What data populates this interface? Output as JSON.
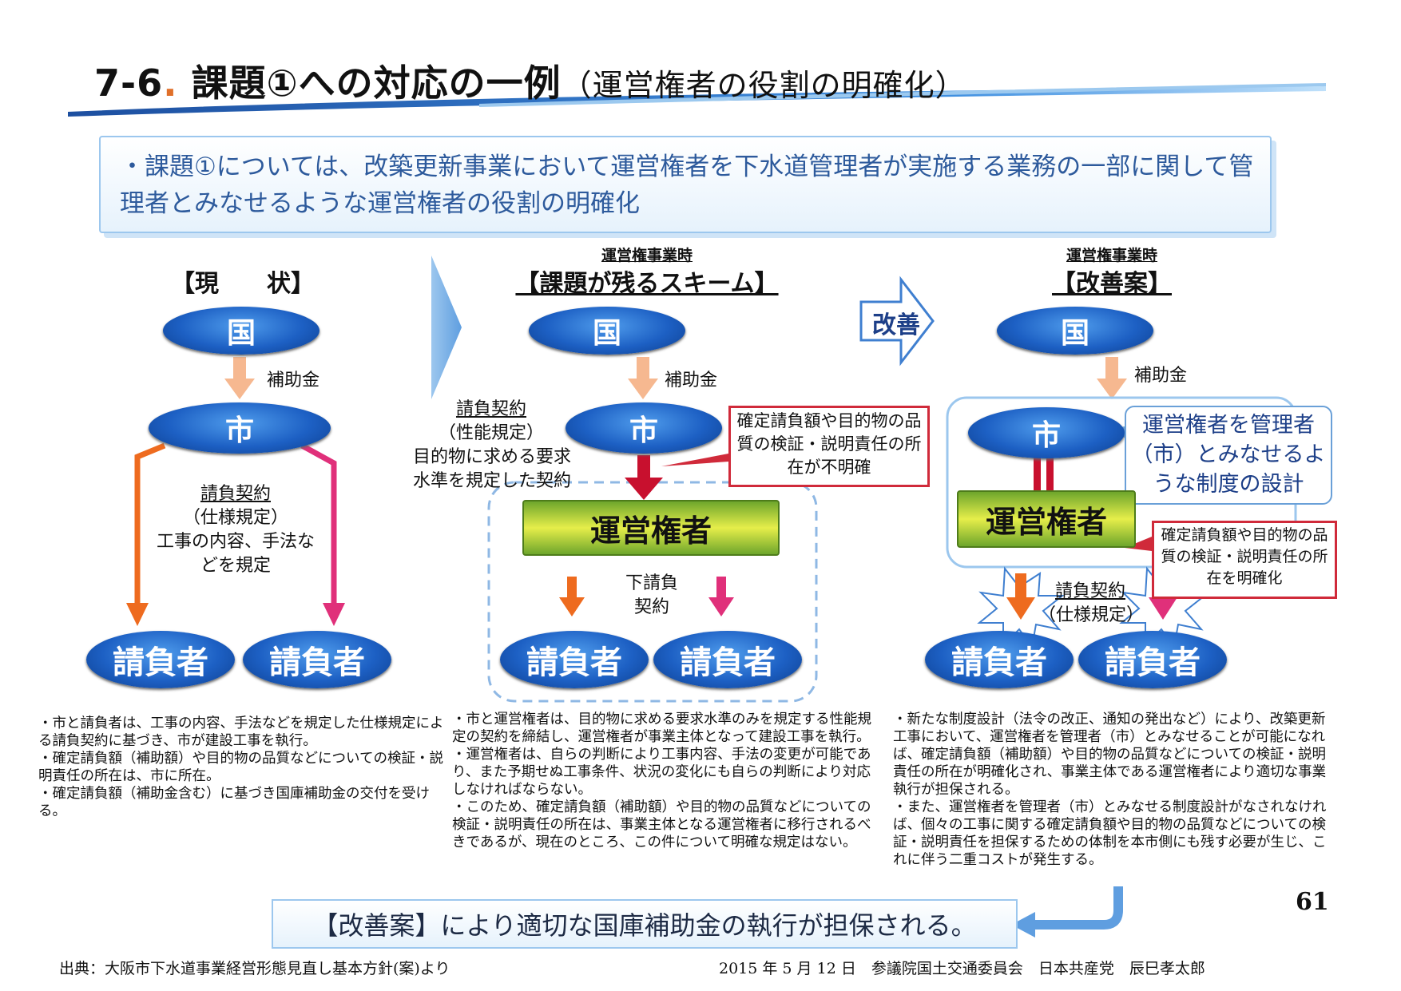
{
  "header": {
    "number": "7",
    "dash": "-",
    "number2": "6",
    "dot": ".",
    "title": "課題①への対応の一例",
    "subtitle": "（運営権者の役割の明確化）"
  },
  "summary": {
    "text": "・課題①については、改築更新事業において運営権者を下水道管理者が実施する業務の一部に関して管理者とみなせるような運営権者の役割の明確化"
  },
  "col1": {
    "heading": "【現　　状】",
    "kuni": "国",
    "subsidy": "補助金",
    "shi": "市",
    "contract_title": "請負契約",
    "contract_detail": "（仕様規定）",
    "contract_desc1": "工事の内容、手法な",
    "contract_desc2": "どを規定",
    "contractor_a": "請負者",
    "contractor_b": "請負者",
    "notes": [
      "・市と請負者は、工事の内容、手法などを規定した仕様規定による請負契約に基づき、市が建設工事を執行。",
      "・確定請負額（補助額）や目的物の品質などについての検証・説明責任の所在は、市に所在。",
      "・確定請負額（補助金含む）に基づき国庫補助金の交付を受ける。"
    ]
  },
  "col2": {
    "heading_small": "運営権事業時",
    "heading": "【課題が残るスキーム】",
    "kuni": "国",
    "subsidy": "補助金",
    "shi": "市",
    "contract_title": "請負契約",
    "contract_detail": "（性能規定）",
    "contract_desc1": "目的物に求める要求",
    "contract_desc2": "水準を規定した契約",
    "issue": "確定請負額や目的物の品質の検証・説明責任の所在が不明確",
    "operator": "運営権者",
    "subcontract1": "下請負",
    "subcontract2": "契約",
    "contractor_a": "請負者",
    "contractor_b": "請負者",
    "notes": [
      "・市と運営権者は、目的物に求める要求水準のみを規定する性能規定の契約を締結し、運営権者が事業主体となって建設工事を執行。",
      "・運営権者は、自らの判断により工事内容、手法の変更が可能であり、また予期せぬ工事条件、状況の変化にも自らの判断により対応しなければならない。",
      "・このため、確定請負額（補助額）や目的物の品質などについての検証・説明責任の所在は、事業主体となる運営権者に移行されるべきであるが、現在のところ、この件について明確な規定はない。"
    ]
  },
  "improve_arrow": "改善",
  "col3": {
    "heading_small": "運営権事業時",
    "heading": "【改善案】",
    "kuni": "国",
    "subsidy": "補助金",
    "shi": "市",
    "design": "運営権者を管理者（市）とみなせるような制度の設計",
    "operator": "運営権者",
    "clarify": "確定請負額や目的物の品質の検証・説明責任の所在を明確化",
    "contract_title": "請負契約",
    "contract_detail": "（仕様規定）",
    "contractor_a": "請負者",
    "contractor_b": "請負者",
    "notes": [
      "・新たな制度設計（法令の改正、通知の発出など）により、改築更新工事において、運営権者を管理者（市）とみなせることが可能になれば、確定請負額（補助額）や目的物の品質などについての検証・説明責任の所在が明確化され、事業主体である運営権者により適切な事業執行が担保される。",
      "・また、運営権者を管理者（市）とみなせる制度設計がなされなければ、個々の工事に関する確定請負額や目的物の品質などについての検証・説明責任を担保するための体制を本市側にも残す必要が生じ、これに伴う二重コストが発生する。"
    ]
  },
  "conclusion": "【改善案】により適切な国庫補助金の執行が担保される。",
  "page_number": "61",
  "footer": {
    "source": "出典：大阪市下水道事業経営形態見直し基本方針(案)より",
    "credit": "2015 年 5 月 12 日　参議院国土交通委員会　日本共産党　辰巳孝太郎"
  },
  "colors": {
    "accent_blue": "#1d60c4",
    "arrow_orange": "#ee6b1f",
    "arrow_pink": "#e0307a",
    "arrow_peach": "#f6b890",
    "issue_red": "#d02a3a",
    "operator_green": "#8cc63f"
  }
}
